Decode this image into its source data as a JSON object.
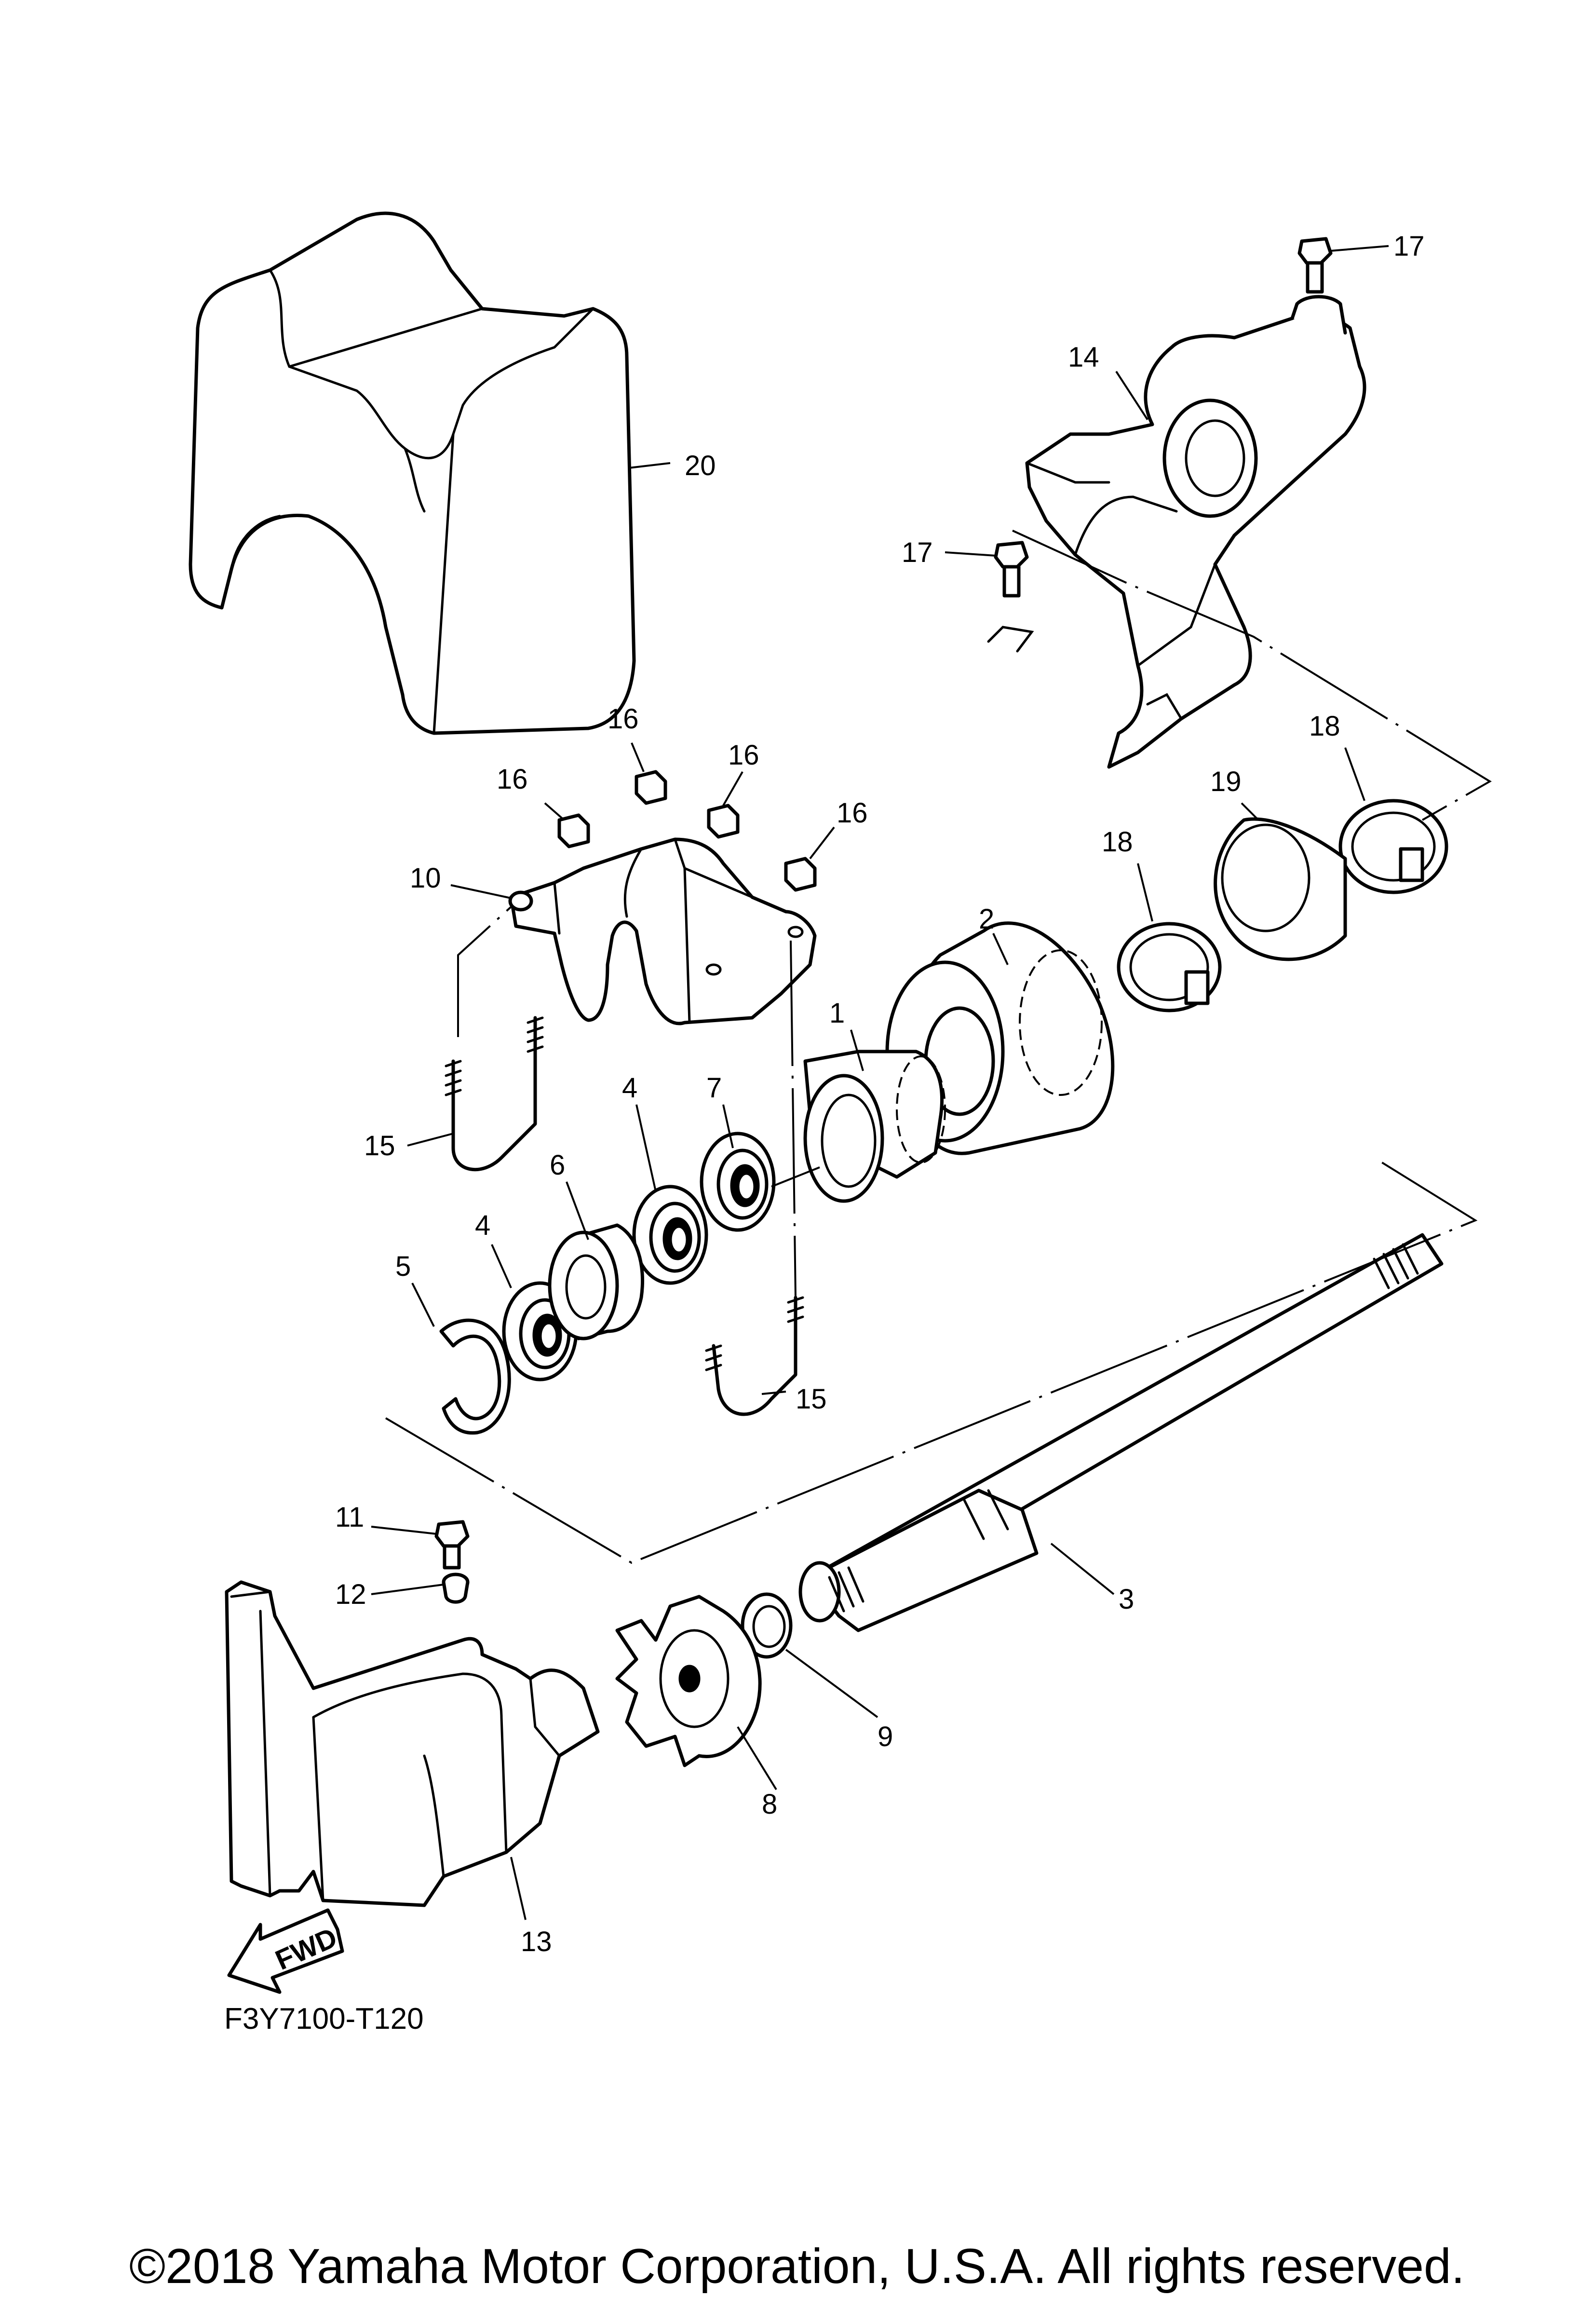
{
  "callouts": [
    "1",
    "2",
    "3",
    "4",
    "4",
    "5",
    "6",
    "7",
    "8",
    "9",
    "10",
    "11",
    "12",
    "13",
    "14",
    "15",
    "15",
    "16",
    "16",
    "16",
    "16",
    "17",
    "17",
    "18",
    "18",
    "19",
    "20"
  ],
  "fwd_label": "FWD",
  "diagram_code": "F3Y7100-T120",
  "copyright": "©2018 Yamaha Motor Corporation, U.S.A. All rights reserved."
}
